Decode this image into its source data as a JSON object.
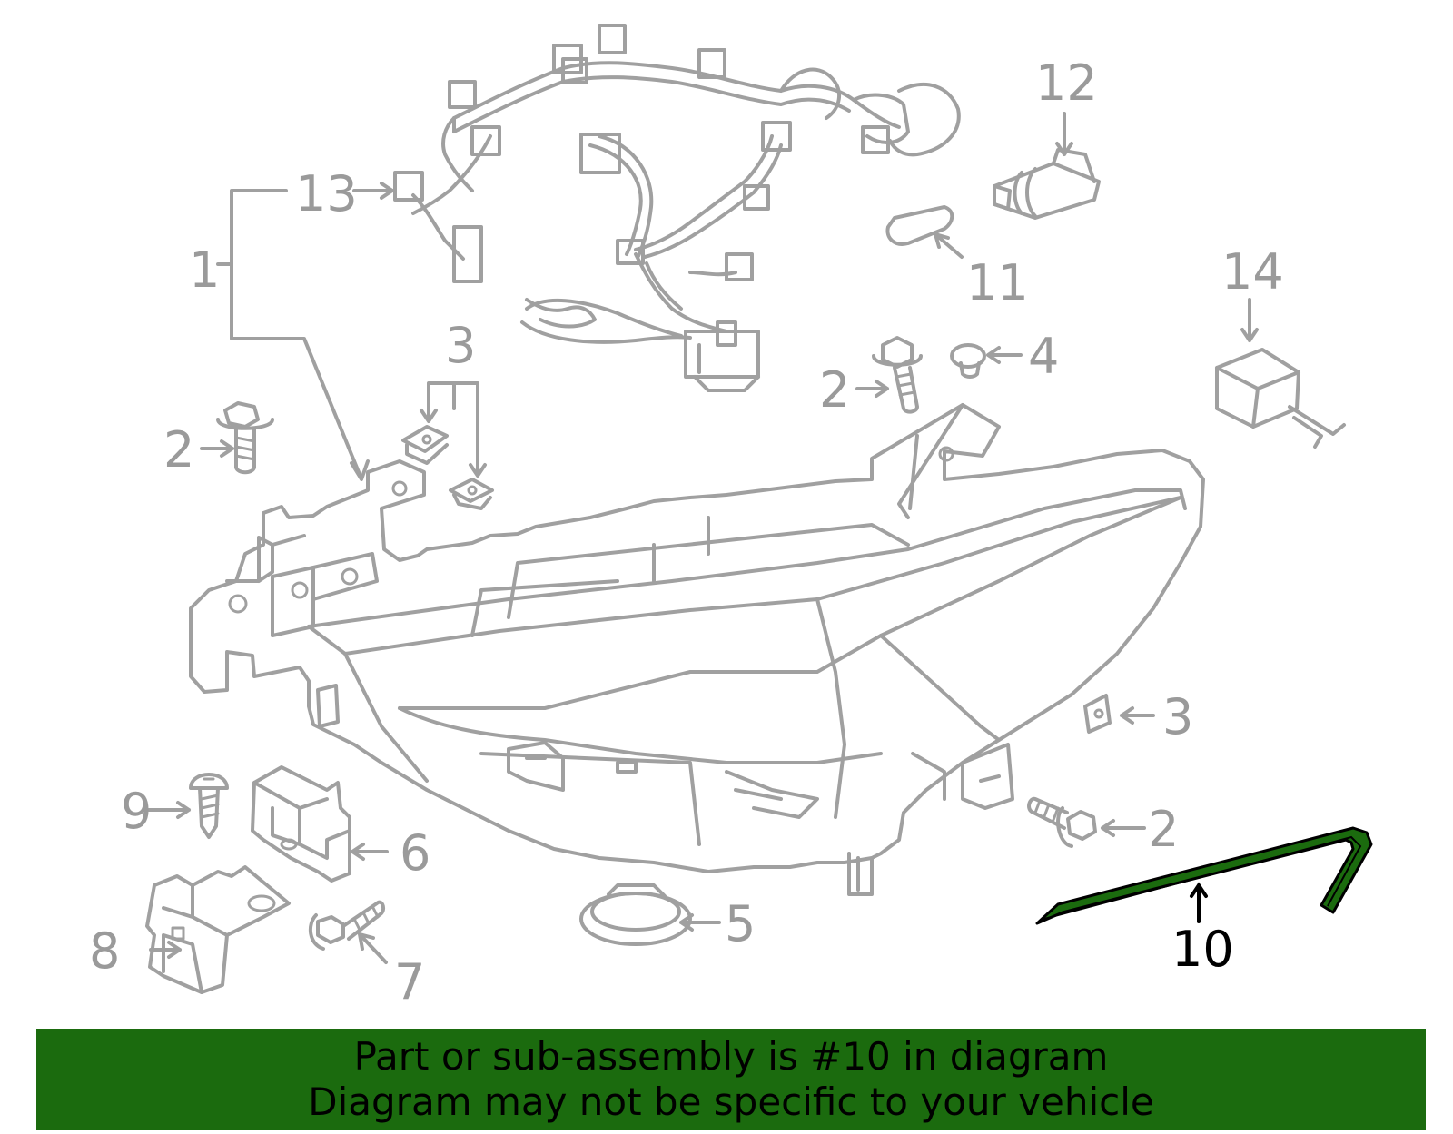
{
  "diagram": {
    "callouts": {
      "c1": "1",
      "c2a": "2",
      "c2b": "2",
      "c2c": "2",
      "c3a": "3",
      "c3b": "3",
      "c4": "4",
      "c5": "5",
      "c6": "6",
      "c7": "7",
      "c8": "8",
      "c9": "9",
      "c10": "10",
      "c11": "11",
      "c12": "12",
      "c13": "13",
      "c14": "14"
    },
    "highlight_part": "10",
    "highlight_color": "#1b6b0e",
    "line_color": "#a0a0a0"
  },
  "banner": {
    "line1": "Part or sub-assembly is #10 in diagram",
    "line2": "Diagram may not be specific to your vehicle",
    "background": "#1b6b0e"
  }
}
